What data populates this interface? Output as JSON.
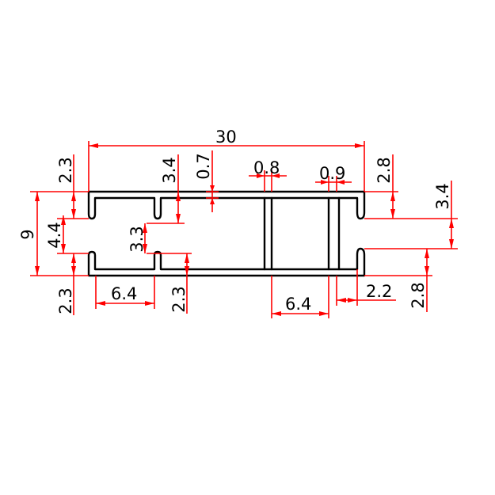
{
  "drawing": {
    "type": "aluminum-profile-cross-section",
    "colors": {
      "outline": "#000000",
      "dimension": "#ff0000",
      "background": "#ffffff"
    },
    "dimensions": {
      "overall_width": "30",
      "overall_height": "9",
      "left_top_lip": "2.3",
      "left_bottom_lip": "2.3",
      "left_slot_opening": "4.4",
      "inner_slot_opening": "3.3",
      "inner_top_lip": "3.4",
      "inner_bottom_lip": "2.3",
      "wall_thickness_top": "0.7",
      "web_thickness_center": "0.8",
      "web_thickness_right": "0.9",
      "left_bottom_channel_width": "6.4",
      "center_chamber_width": "6.4",
      "right_cell_width": "2.2",
      "right_top_lip": "2.8",
      "right_bottom_lip": "2.8",
      "right_slot_opening": "3.4"
    }
  }
}
